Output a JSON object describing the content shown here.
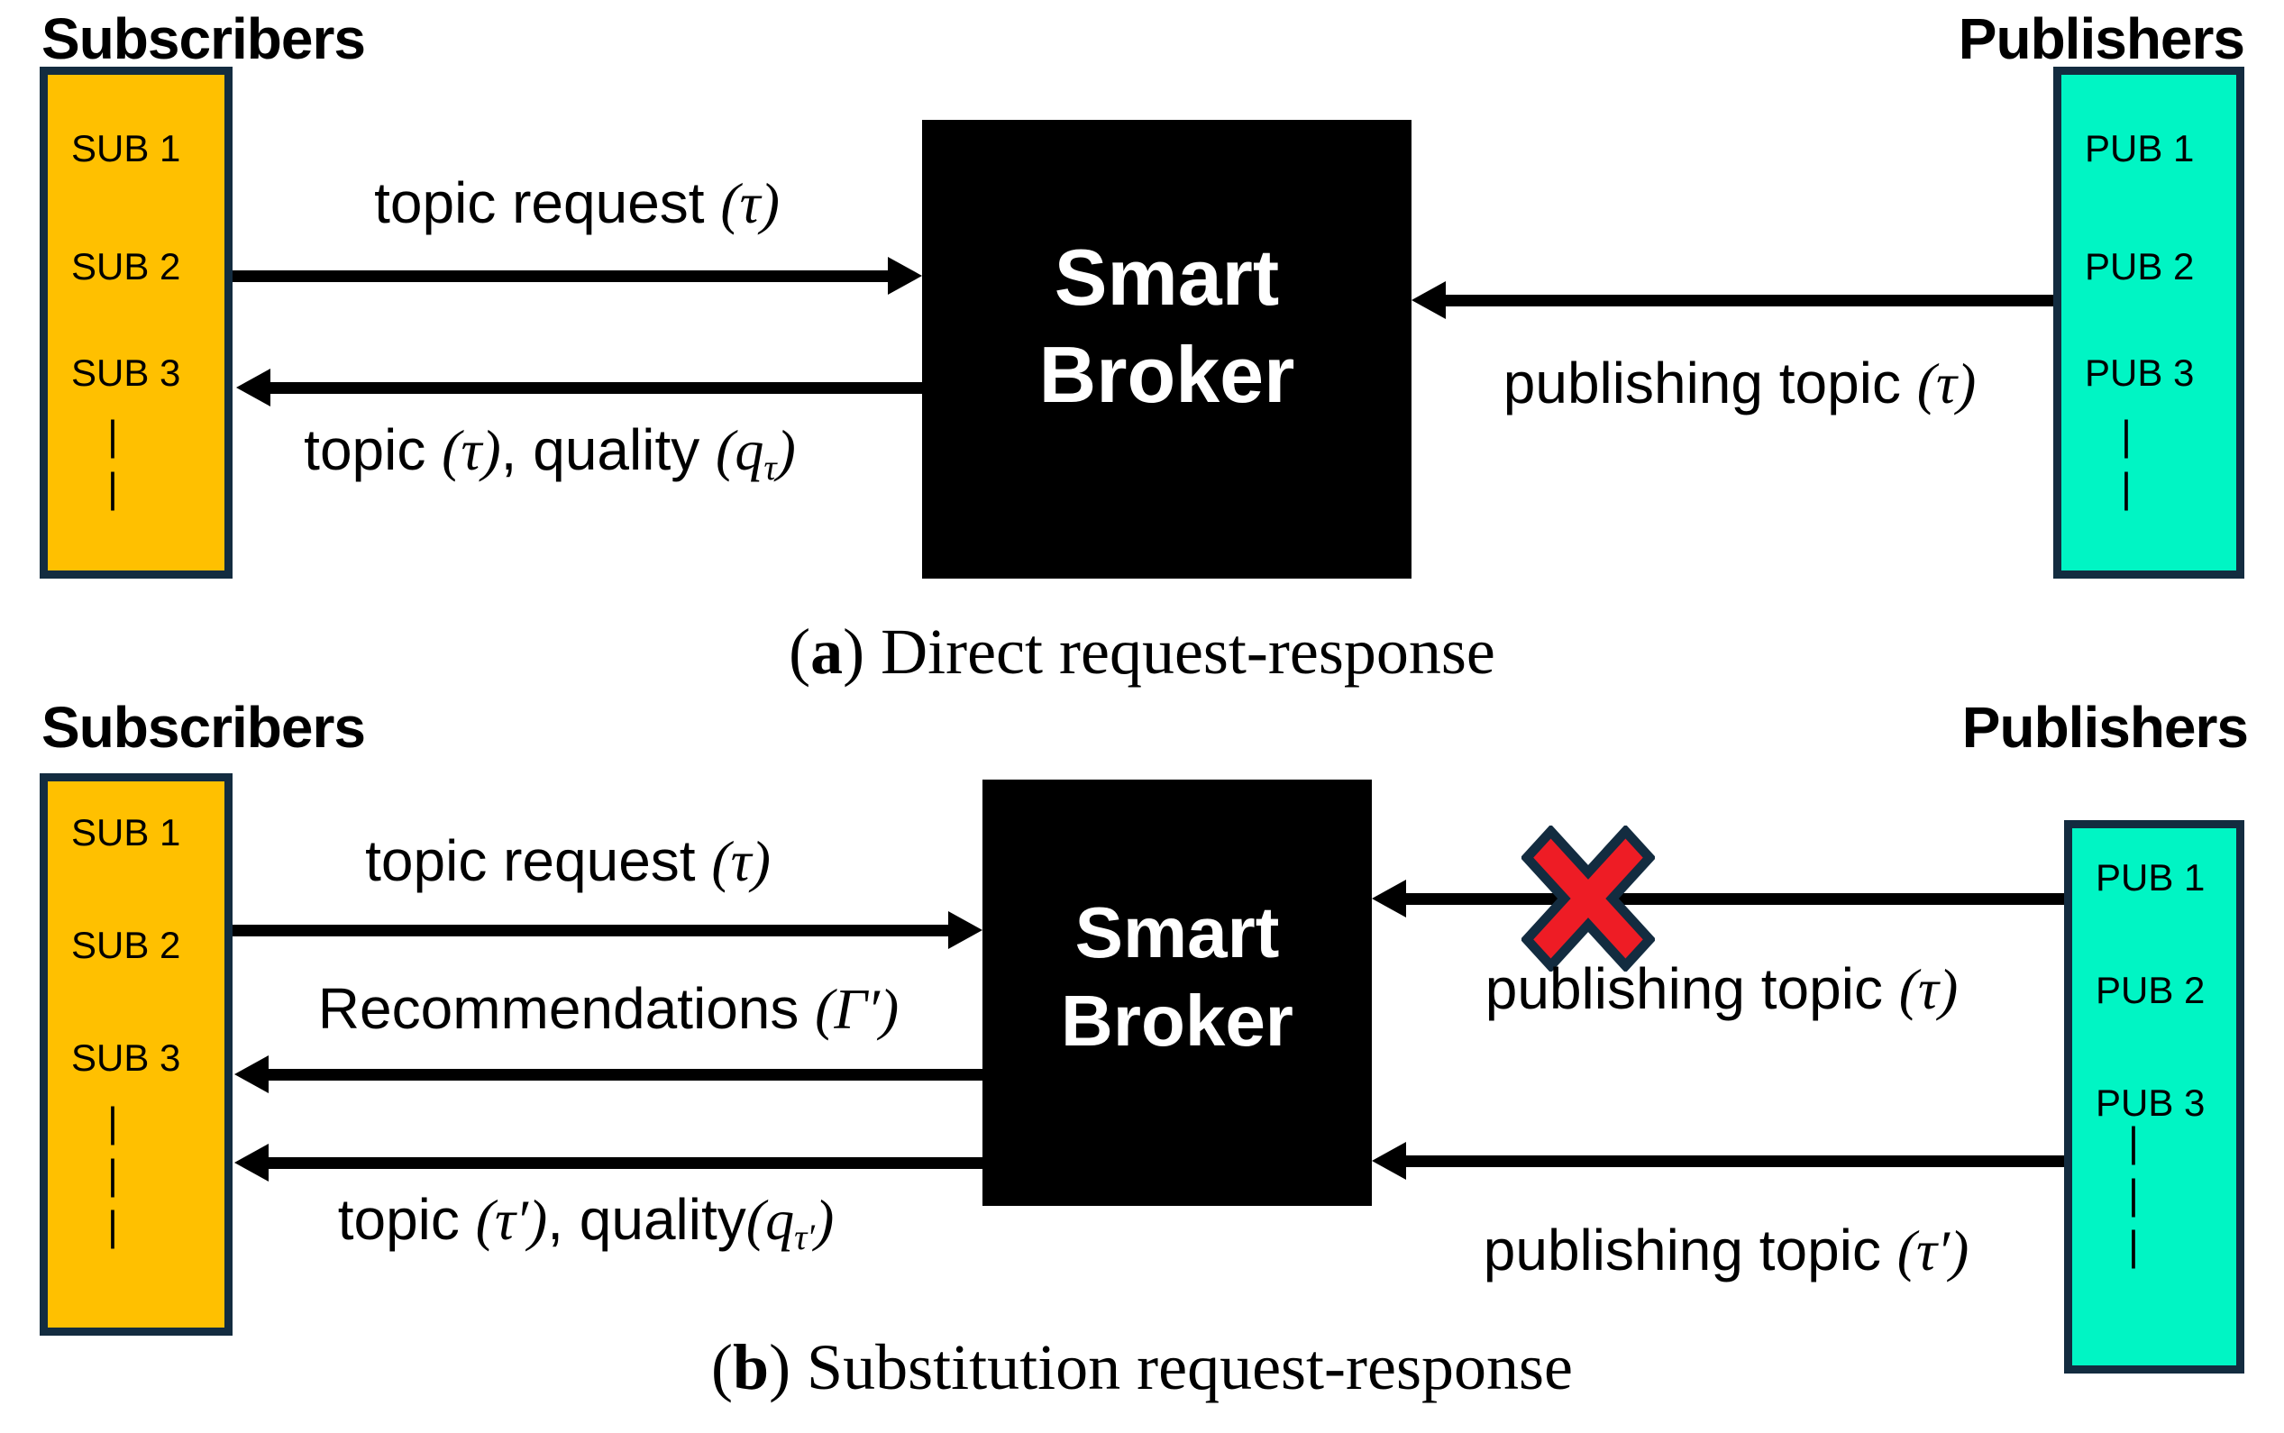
{
  "colors": {
    "subscriber_box": "#FFC000",
    "publisher_box": "#00F5C4",
    "box_border": "#132C40",
    "broker_box": "#000000",
    "broker_text": "#FFFFFF",
    "arrow": "#000000",
    "blocked_cross": "#EE1C25"
  },
  "a": {
    "subscribers_title": "Subscribers",
    "publishers_title": "Publishers",
    "sub_items": [
      "SUB 1",
      "SUB 2",
      "SUB 3"
    ],
    "sub_dashes": [
      "|",
      "|"
    ],
    "pub_items": [
      "PUB 1",
      "PUB 2",
      "PUB 3"
    ],
    "pub_dashes": [
      "|",
      "|"
    ],
    "broker_line1": "Smart",
    "broker_line2": "Broker",
    "lbl_topic_request": {
      "text": "topic request ",
      "sym": "(τ)"
    },
    "lbl_topic_quality": {
      "p1": "topic ",
      "m1": "(τ)",
      "p2": ", quality ",
      "m2": "(q",
      "sub": "τ",
      "m3": ")"
    },
    "lbl_publishing": {
      "text": "publishing topic ",
      "sym": "(τ)"
    },
    "caption": {
      "open": "(",
      "letter": "a",
      "close": ")",
      "text": " Direct request-response"
    }
  },
  "b": {
    "subscribers_title": "Subscribers",
    "publishers_title": "Publishers",
    "sub_items": [
      "SUB 1",
      "SUB 2",
      "SUB 3"
    ],
    "sub_dashes": [
      "|",
      "|",
      "|"
    ],
    "pub_items": [
      "PUB 1",
      "PUB 2",
      "PUB 3"
    ],
    "pub_dashes": [
      "|",
      "|",
      "|"
    ],
    "broker_line1": "Smart",
    "broker_line2": "Broker",
    "lbl_topic_request": {
      "text": "topic request ",
      "sym": "(τ)"
    },
    "lbl_recommendations": {
      "text": "Recommendations ",
      "sym": "(Γ′)"
    },
    "lbl_topic_quality": {
      "p1": "topic ",
      "m1": "(τ′)",
      "p2": ", quality",
      "m2": "(q",
      "sub": "τ′",
      "m3": ")"
    },
    "lbl_publishing_tau": {
      "text": "publishing topic ",
      "sym": "(τ)"
    },
    "lbl_publishing_tau_prime": {
      "text": "publishing topic ",
      "sym": "(τ′)"
    },
    "caption": {
      "open": "(",
      "letter": "b",
      "close": ")",
      "text": " Substitution request-response"
    }
  }
}
